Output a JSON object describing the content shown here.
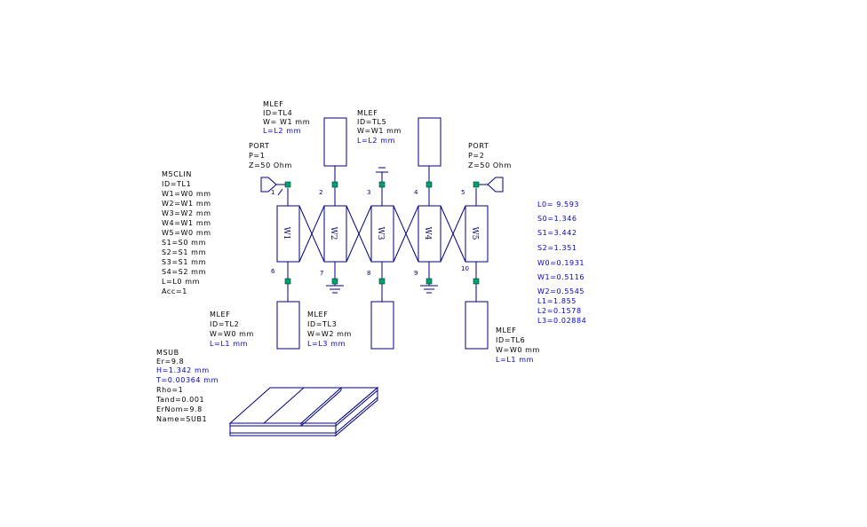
{
  "colors": {
    "wire": "#000080",
    "node": "#00a070",
    "param_blue": "#0000cc",
    "text": "#000000"
  },
  "tl4": {
    "l1": "MLEF",
    "l2": "ID=TL4",
    "l3": "W= W1 mm",
    "l4": "L=L2 mm"
  },
  "tl5": {
    "l1": "MLEF",
    "l2": "ID=TL5",
    "l3": "W=W1 mm",
    "l4": "L=L2 mm"
  },
  "port1": {
    "l1": "PORT",
    "l2": "P=1",
    "l3": "Z=50 Ohm"
  },
  "port2": {
    "l1": "PORT",
    "l2": "P=2",
    "l3": "Z=50 Ohm"
  },
  "tl1": {
    "lines": [
      "M5CLIN",
      "ID=TL1",
      "W1=W0 mm",
      "W2=W1 mm",
      "W3=W2 mm",
      "W4=W1 mm",
      "W5=W0 mm",
      "S1=S0 mm",
      "S2=S1 mm",
      "S3=S1 mm",
      "S4=S2 mm",
      "L=L0 mm",
      "Acc=1"
    ]
  },
  "tl2": {
    "l1": "MLEF",
    "l2": "ID=TL2",
    "l3": "W=W0 mm",
    "l4": "L=L1 mm"
  },
  "tl3": {
    "l1": "MLEF",
    "l2": "ID=TL3",
    "l3": "W=W2 mm",
    "l4": "L=L3 mm"
  },
  "tl6": {
    "l1": "MLEF",
    "l2": "ID=TL6",
    "l3": "W=W0 mm",
    "l4": "L=L1 mm"
  },
  "msub": {
    "l1": "MSUB",
    "l2": "Er=9.8",
    "l3": "H=1.342 mm",
    "l4": "T=0.00364 mm",
    "l5": "Rho=1",
    "l6": "Tand=0.001",
    "l7": "ErNom=9.8",
    "l8": "Name=SUB1"
  },
  "params": {
    "l0": "L0= 9.593",
    "s0": "S0=1.346",
    "s1": "S1=3.442",
    "s2": "S2=1.351",
    "w0": "W0=0.1931",
    "w1": "W1=0.5116",
    "w2": "W2=0.5545",
    "l1": "L1=1.855",
    "l2": "L2=0.1578",
    "l3": "L3=0.02884"
  },
  "pins": {
    "p1": "1",
    "p2": "2",
    "p3": "3",
    "p4": "4",
    "p5": "5",
    "p6": "6",
    "p7": "7",
    "p8": "8",
    "p9": "9",
    "p10": "10"
  },
  "coupled_lines": {
    "w1": "W1",
    "w2": "W2",
    "w3": "W3",
    "w4": "W4",
    "w5": "W5"
  }
}
